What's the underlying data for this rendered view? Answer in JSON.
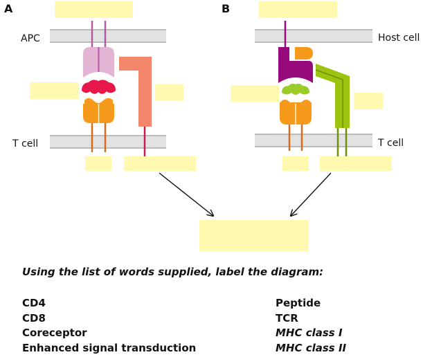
{
  "panels": {
    "a": {
      "letter": "A",
      "top_membrane_label": "APC",
      "bottom_membrane_label": "T cell"
    },
    "b": {
      "letter": "B",
      "top_membrane_label": "Host cell",
      "bottom_membrane_label": "T cell"
    }
  },
  "instruction": "Using the list of words supplied, label the diagram:",
  "word_list": {
    "left": [
      "CD4",
      "CD8",
      "Coreceptor",
      "Enhanced signal transduction"
    ],
    "right": [
      "Peptide",
      "TCR",
      "MHC class I",
      "MHC class II"
    ]
  },
  "colors": {
    "label_box": "#fff9b0",
    "membrane": "#e2e2e2",
    "mhc_class_ii": "#e3b4d4",
    "peptide_a": "#e8174a",
    "tcr": "#f59a1b",
    "cd4": "#f4866c",
    "mhc_class_i": "#960a7e",
    "peptide_b": "#9ccc2a",
    "cd8": "#9cc30f"
  }
}
